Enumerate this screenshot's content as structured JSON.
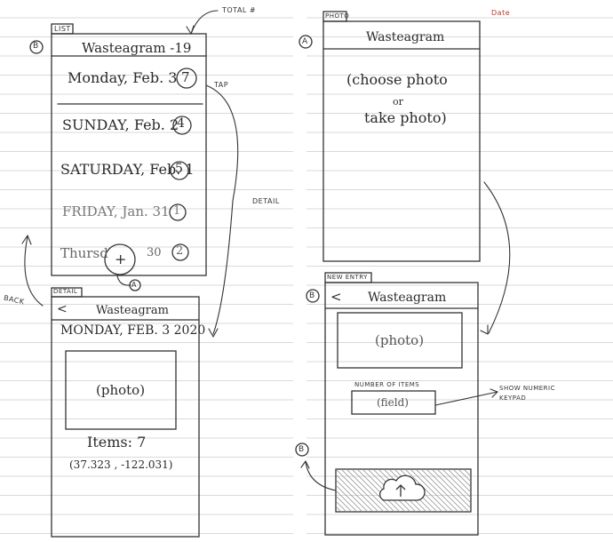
{
  "page": {
    "date_label": "Date"
  },
  "annotations": {
    "total": "TOTAL #",
    "tap": "TAP",
    "detail": "DETAIL",
    "back": "BACK",
    "numeric_keypad": "SHOW NUMERIC KEYPAD"
  },
  "list_screen": {
    "badge": "B",
    "tag": "LIST",
    "title": "Wasteagram -19",
    "items": [
      {
        "date": "Monday, Feb. 3",
        "count": "7"
      },
      {
        "date": "SUNDAY, Feb. 2",
        "count": "4"
      },
      {
        "date": "SATURDAY, Feb. 1",
        "count": "5"
      },
      {
        "date": "FRIDAY, Jan. 31",
        "count": "1"
      },
      {
        "date": "Thursd",
        "date_tail": "30",
        "count": "2"
      }
    ],
    "fab_label": "+",
    "fab_target": "A"
  },
  "detail_screen": {
    "tag": "DETAIL",
    "back_glyph": "<",
    "title": "Wasteagram",
    "date": "MONDAY, FEB. 3 2020",
    "photo": "(photo)",
    "items": "Items: 7",
    "coords": "(37.323 ,  -122.031)"
  },
  "photo_screen": {
    "badge": "A",
    "tag": "PHOTO",
    "title": "Wasteagram",
    "line1": "(choose photo",
    "line2": "or",
    "line3": "take photo)"
  },
  "new_entry_screen": {
    "badge": "B",
    "tag": "NEW ENTRY",
    "back_glyph": "<",
    "title": "Wasteagram",
    "photo": "(photo)",
    "field_label": "NUMBER OF ITEMS",
    "field": "(field)",
    "upload_target": "B"
  }
}
